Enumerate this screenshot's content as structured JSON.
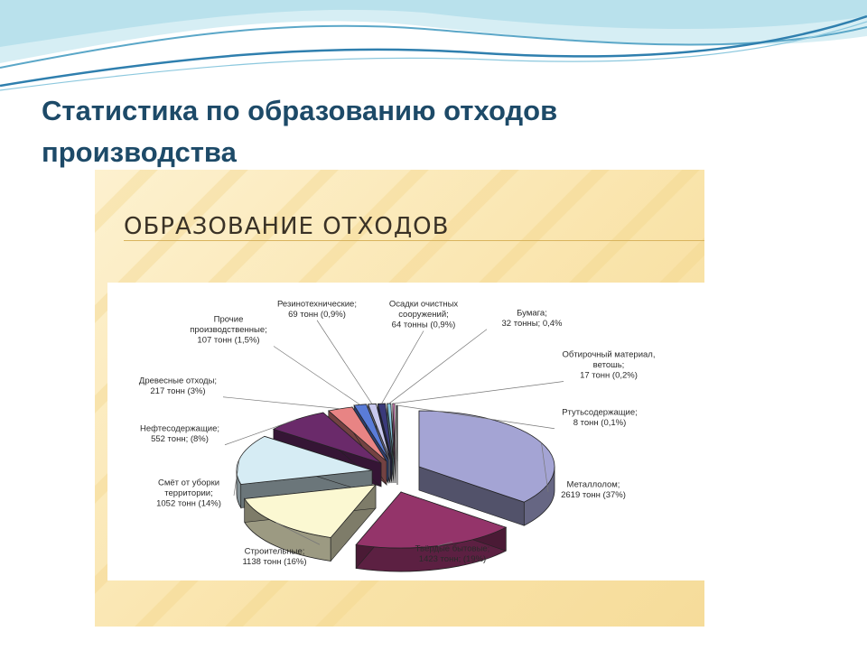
{
  "slide": {
    "title_line1": "Статистика по образованию отходов",
    "title_line2": "производства"
  },
  "picture": {
    "heading": "ОБРАЗОВАНИЕ ОТХОДОВ"
  },
  "colors": {
    "title": "#1d4a68",
    "wave_light": "#bfe4ef",
    "wave_dark": "#3b86b0"
  },
  "chart_data": {
    "type": "pie",
    "title": "ОБРАЗОВАНИЕ ОТХОДОВ",
    "unit": "тонн",
    "style": "3d-exploded",
    "slices": [
      {
        "name": "Металлолом",
        "value": 2619,
        "percent": 37,
        "label": [
          "Металлолом;",
          "2619 тонн (37%)"
        ],
        "color": "#a4a4d4"
      },
      {
        "name": "Твёрдые бытовые",
        "value": 1423,
        "percent": 19,
        "label": [
          "Твёрдые бытовые;",
          "1423 тонн; (19%)"
        ],
        "color": "#94346a"
      },
      {
        "name": "Строительные",
        "value": 1138,
        "percent": 16,
        "label": [
          "Строительные;",
          "1138 тонн (16%)"
        ],
        "color": "#fbf8d2"
      },
      {
        "name": "Смёт от уборки территории",
        "value": 1052,
        "percent": 14,
        "label": [
          "Смёт от уборки",
          "территории;",
          "1052 тонн (14%)"
        ],
        "color": "#d6ecf4"
      },
      {
        "name": "Нефтесодержащие",
        "value": 552,
        "percent": 8,
        "label": [
          "Нефтесодержащие;",
          "552 тонн; (8%)"
        ],
        "color": "#6a2a6a"
      },
      {
        "name": "Древесные отходы",
        "value": 217,
        "percent": 3,
        "label": [
          "Древесные отходы;",
          "217 тонн (3%)"
        ],
        "color": "#e88484"
      },
      {
        "name": "Прочие производственные",
        "value": 107,
        "percent": 1.5,
        "label": [
          "Прочие",
          "производственные;",
          "107 тонн (1,5%)"
        ],
        "color": "#5a7cd8"
      },
      {
        "name": "Резинотехнические",
        "value": 69,
        "percent": 0.9,
        "label": [
          "Резинотехнические;",
          "69 тонн (0,9%)"
        ],
        "color": "#c8c8ee"
      },
      {
        "name": "Осадки очистных сооружений",
        "value": 64,
        "percent": 0.9,
        "label": [
          "Осадки очистных",
          "сооружений;",
          "64 тонны (0,9%)"
        ],
        "color": "#3a3a7a"
      },
      {
        "name": "Бумага",
        "value": 32,
        "percent": 0.4,
        "label": [
          "Бумага;",
          "32 тонны; 0,4%"
        ],
        "color": "#88c8e0"
      },
      {
        "name": "Обтирочный материал, ветошь",
        "value": 17,
        "percent": 0.2,
        "label": [
          "Обтирочный материал,",
          "ветошь;",
          "17 тонн (0,2%)"
        ],
        "color": "#ee88cc"
      },
      {
        "name": "Ртутьсодержащие",
        "value": 8,
        "percent": 0.1,
        "label": [
          "Ртутьсодержащие;",
          "8 тонн (0,1%)"
        ],
        "color": "#2a2a6a"
      }
    ]
  }
}
